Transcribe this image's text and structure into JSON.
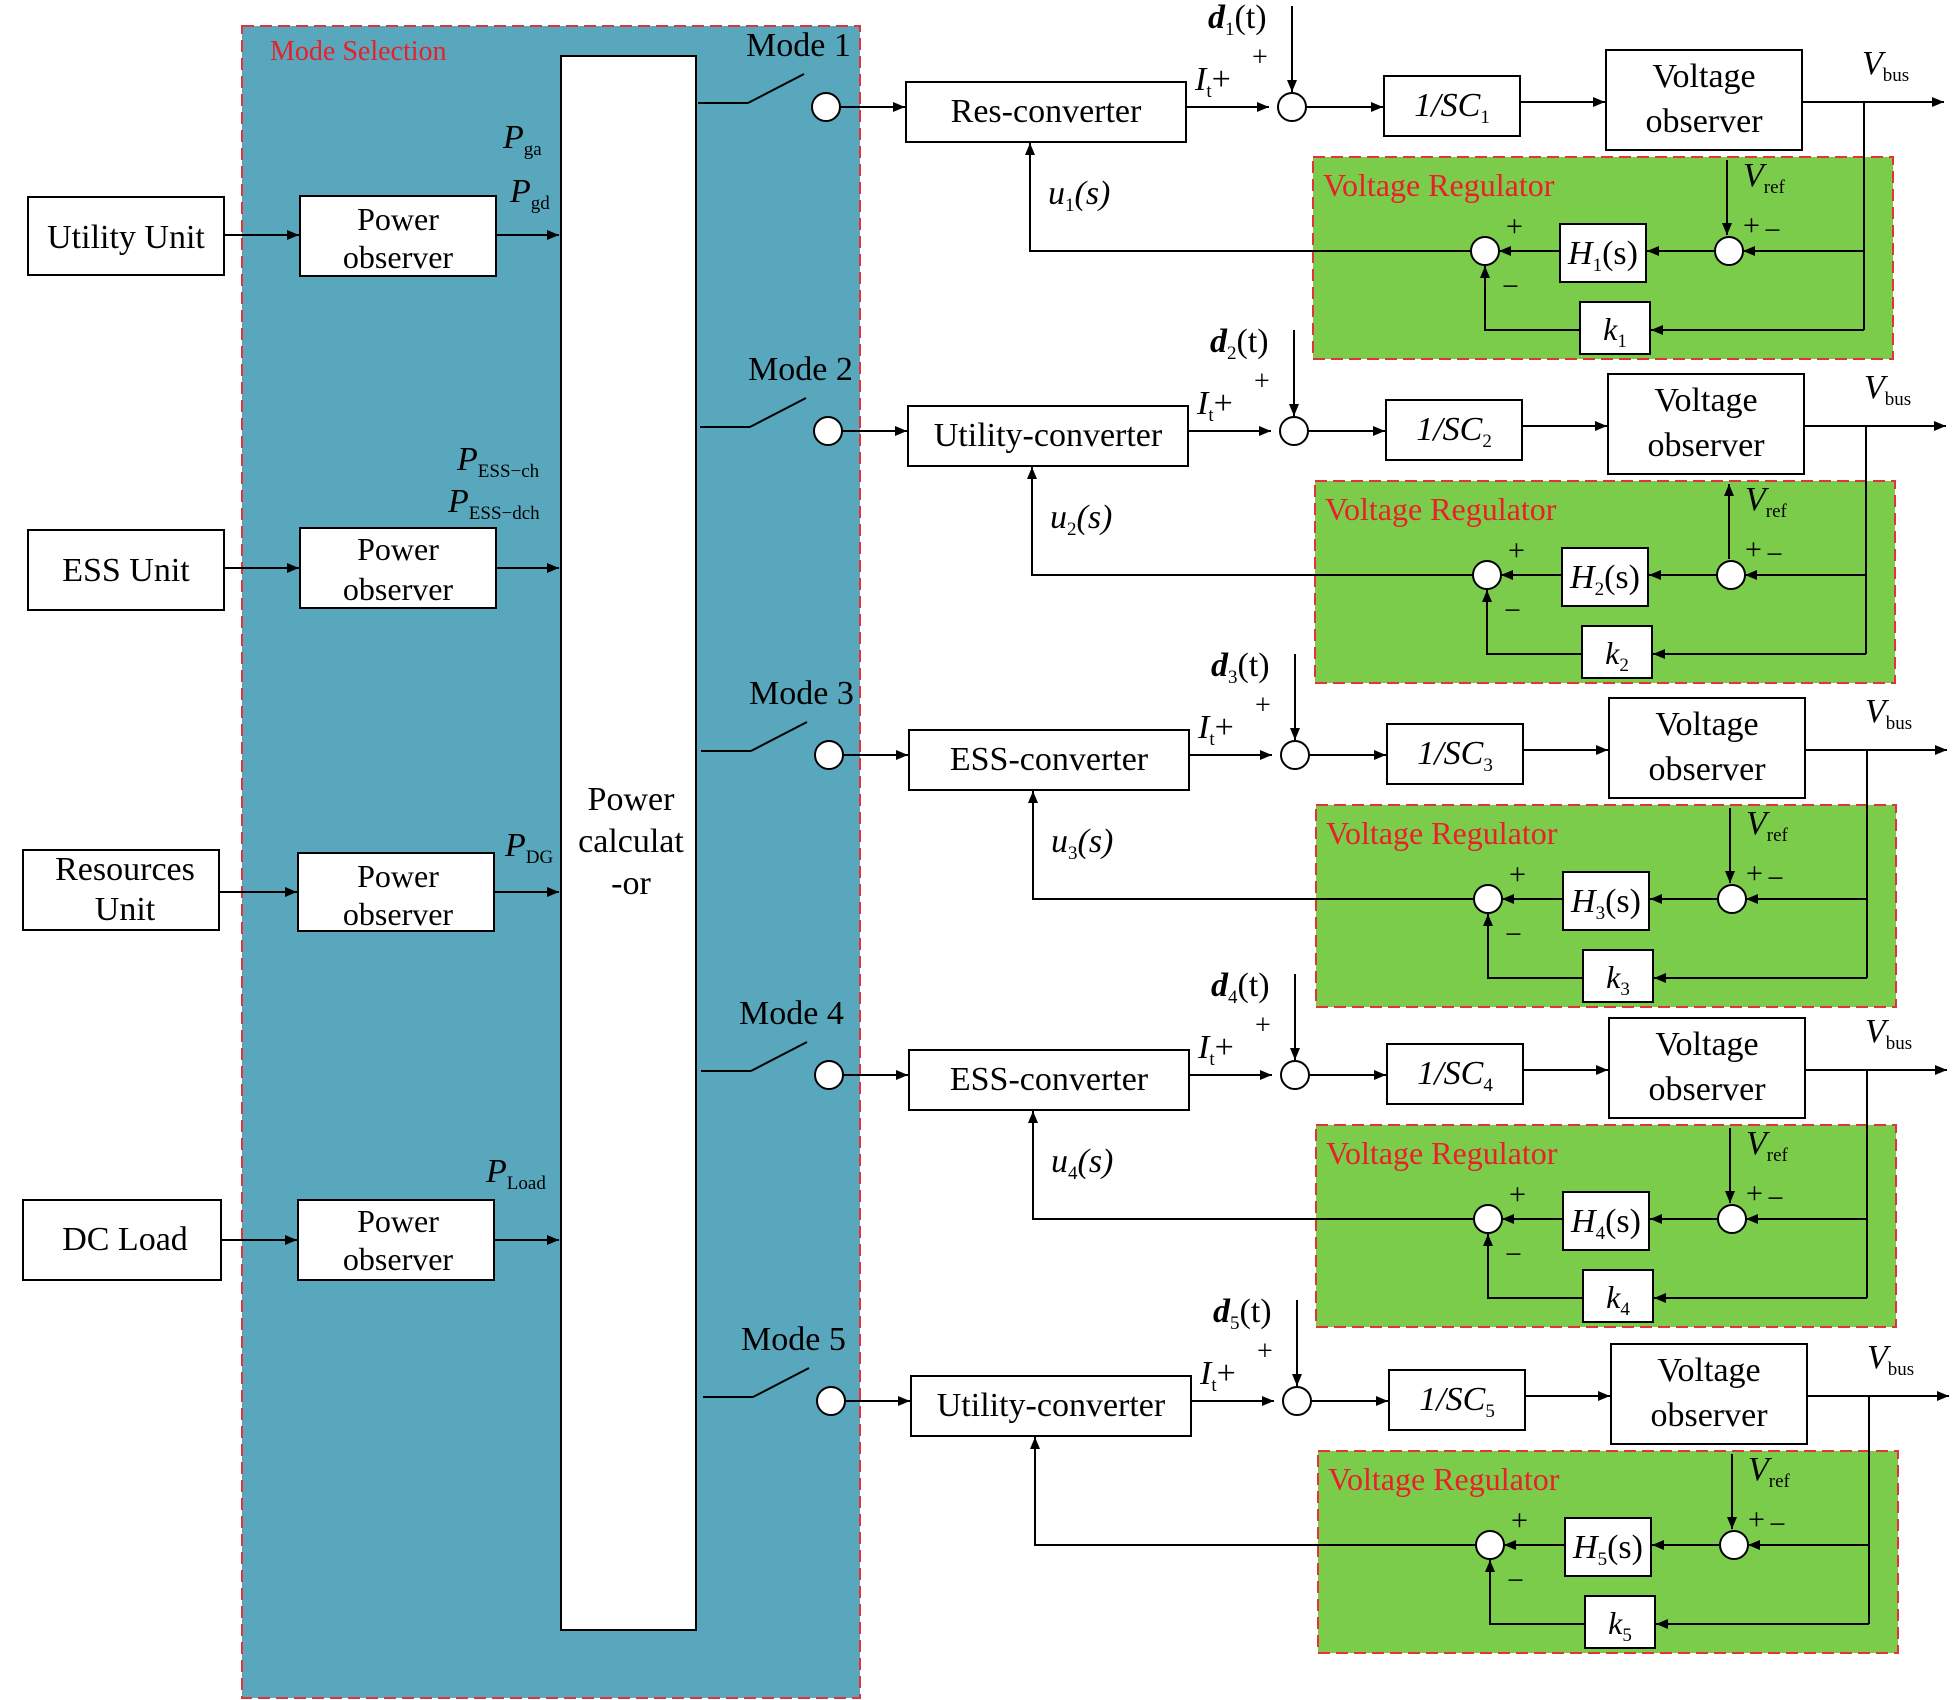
{
  "colors": {
    "mode_panel": "#58a7bd",
    "regulator_panel": "#7ccc4c",
    "dashed_border": "#e0333a",
    "title_red": "#e8202a"
  },
  "mode_selection": {
    "title": "Mode Selection",
    "calculator": [
      "Power",
      "calculat",
      "-or"
    ],
    "observer_label": [
      "Power",
      "observer"
    ],
    "signals": {
      "p_ga": {
        "main": "P",
        "sub": "ga"
      },
      "p_gd": {
        "main": "P",
        "sub": "gd"
      },
      "p_ess_ch": {
        "main": "P",
        "sub": "ESS−ch"
      },
      "p_ess_dch": {
        "main": "P",
        "sub": "ESS−dch"
      },
      "p_dg": {
        "main": "P",
        "sub": "DG"
      },
      "p_load": {
        "main": "P",
        "sub": "Load"
      }
    }
  },
  "units": [
    {
      "lines": [
        "Utility Unit"
      ]
    },
    {
      "lines": [
        "ESS Unit"
      ]
    },
    {
      "lines": [
        "Resources",
        "Unit"
      ]
    },
    {
      "lines": [
        "DC Load"
      ]
    }
  ],
  "common": {
    "it_main": "I",
    "it_sub": "t",
    "plus": "+",
    "minus": "−",
    "voltage_observer": [
      "Voltage",
      "observer"
    ],
    "vbus_main": "V",
    "vbus_sub": "bus",
    "vref_main": "V",
    "vref_sub": "ref",
    "regulator_title": "Voltage Regulator"
  },
  "branches": [
    {
      "mode": "Mode 1",
      "converter": "Res-converter",
      "d_main": "d",
      "d_sub": "1",
      "d_tail": "(t)",
      "sc_main": "1/SC",
      "sc_sub": "1",
      "u_main": "u",
      "u_sub": "1",
      "u_tail": "(s)",
      "h_main": "H",
      "h_sub": "1",
      "h_tail": "(s)",
      "k_main": "k",
      "k_sub": "1"
    },
    {
      "mode": "Mode 2",
      "converter": "Utility-converter",
      "d_main": "d",
      "d_sub": "2",
      "d_tail": "(t)",
      "sc_main": "1/SC",
      "sc_sub": "2",
      "u_main": "u",
      "u_sub": "2",
      "u_tail": "(s)",
      "h_main": "H",
      "h_sub": "2",
      "h_tail": "(s)",
      "k_main": "k",
      "k_sub": "2"
    },
    {
      "mode": "Mode 3",
      "converter": "ESS-converter",
      "d_main": "d",
      "d_sub": "3",
      "d_tail": "(t)",
      "sc_main": "1/SC",
      "sc_sub": "3",
      "u_main": "u",
      "u_sub": "3",
      "u_tail": "(s)",
      "h_main": "H",
      "h_sub": "3",
      "h_tail": "(s)",
      "k_main": "k",
      "k_sub": "3"
    },
    {
      "mode": "Mode 4",
      "converter": "ESS-converter",
      "d_main": "d",
      "d_sub": "4",
      "d_tail": "(t)",
      "sc_main": "1/SC",
      "sc_sub": "4",
      "u_main": "u",
      "u_sub": "4",
      "u_tail": "(s)",
      "h_main": "H",
      "h_sub": "4",
      "h_tail": "(s)",
      "k_main": "k",
      "k_sub": "4"
    },
    {
      "mode": "Mode 5",
      "converter": "Utility-converter",
      "d_main": "d",
      "d_sub": "5",
      "d_tail": "(t)",
      "sc_main": "1/SC",
      "sc_sub": "5",
      "u_main": "",
      "u_sub": "",
      "u_tail": "",
      "h_main": "H",
      "h_sub": "5",
      "h_tail": "(s)",
      "k_main": "k",
      "k_sub": "5"
    }
  ]
}
